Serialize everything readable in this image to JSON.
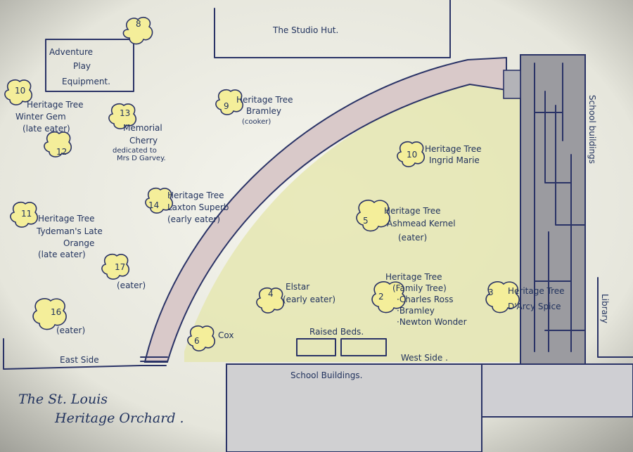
{
  "map": {
    "title_line1": "The St. Louis",
    "title_line2": "Heritage Orchard ."
  },
  "labels": {
    "studio_hut": "The Studio Hut.",
    "adventure_line1": "Adventure",
    "adventure_line2": "Play",
    "adventure_line3": "Equipment.",
    "school_buildings_right": "School buildings",
    "library": "Library",
    "raised_beds": "Raised Beds.",
    "school_buildings_bottom": "School Buildings.",
    "east_side": "East Side",
    "west_side": "West Side ."
  },
  "trees": [
    {
      "number": "8",
      "lines": []
    },
    {
      "number": "10",
      "lines": [
        "Heritage Tree",
        "Winter Gem",
        "(late eater)"
      ]
    },
    {
      "number": "12",
      "lines": []
    },
    {
      "number": "13",
      "lines": [
        "Memorial",
        "Cherry",
        "dedicated to",
        "Mrs D Garvey."
      ]
    },
    {
      "number": "9",
      "lines": [
        "Heritage Tree",
        "Bramley",
        "(cooker)"
      ]
    },
    {
      "number": "14",
      "lines": [
        "Heritage Tree",
        "Laxton Superb",
        "(early eater)"
      ]
    },
    {
      "number": "11",
      "lines": [
        "Heritage Tree",
        "Tydeman's Late",
        "Orange",
        "(late eater)"
      ]
    },
    {
      "number": "17",
      "lines": [
        "(eater)"
      ]
    },
    {
      "number": "16",
      "lines": [
        "(eater)"
      ]
    },
    {
      "number": "6",
      "lines": [
        "Cox"
      ]
    },
    {
      "number": "4",
      "lines": [
        "Elstar",
        "(early eater)"
      ]
    },
    {
      "number": "10",
      "lines": [
        "Heritage Tree",
        "Ingrid Marie"
      ]
    },
    {
      "number": "5",
      "lines": [
        "Heritage Tree",
        "Ashmead Kernel",
        "(eater)"
      ]
    },
    {
      "number": "2",
      "lines": [
        "Heritage Tree",
        "(Family Tree)",
        "·Charles Ross",
        "·Bramley",
        "·Newton Wonder"
      ]
    },
    {
      "number": "3",
      "lines": [
        "Heritage Tree",
        "D'Arcy Spice"
      ]
    }
  ]
}
